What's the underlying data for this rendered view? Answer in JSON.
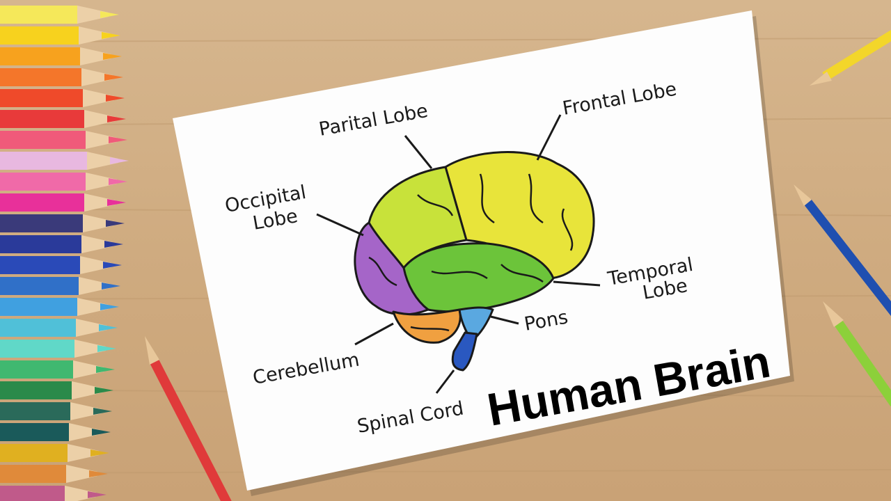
{
  "title": "Human Brain",
  "labels": {
    "parietal": "Parital Lobe",
    "frontal": "Frontal Lobe",
    "occipital_1": "Occipital",
    "occipital_2": "Lobe",
    "temporal_1": "Temporal",
    "temporal_2": "Lobe",
    "pons": "Pons",
    "cerebellum": "Cerebellum",
    "spinal_cord": "Spinal Cord"
  },
  "colors": {
    "frontal": "#e8e43a",
    "parietal": "#c8e23a",
    "temporal": "#6cc43a",
    "occipital": "#a565c8",
    "cerebellum": "#f0a040",
    "pons": "#5aa8e0",
    "spinal_cord": "#2a58c0",
    "table": "#d2ae84"
  },
  "pencil_colors_left": [
    "#f5e85a",
    "#f7d21e",
    "#f7a21e",
    "#f4762a",
    "#ef4a2a",
    "#e83a3a",
    "#f05a7a",
    "#e8b8e0",
    "#f06aa8",
    "#e8309a",
    "#3a3a7a",
    "#2a3a9a",
    "#2a4ab8",
    "#3070c8",
    "#40a0e0",
    "#50c0d8",
    "#60d8c8",
    "#40b870",
    "#2a8a4a",
    "#2a6a5a",
    "#1a5a5a",
    "#e0b020",
    "#e08a3a",
    "#c05a8a"
  ]
}
